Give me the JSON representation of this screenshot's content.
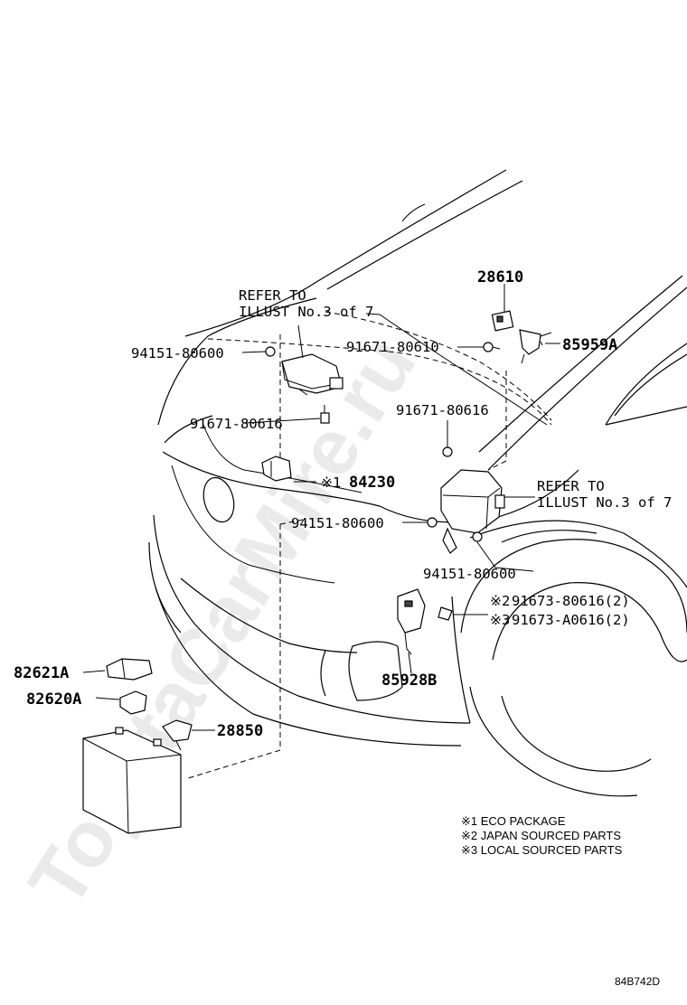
{
  "watermark": "ToyotaCarMire.ru",
  "drawing_code": "84B742D",
  "labels": {
    "p28610": "28610",
    "refer_top_1": "REFER TO",
    "refer_top_2": "ILLUST No.3 of 7",
    "p94151_top": "94151-80600",
    "p91671_80610": "91671-80610",
    "p85959a": "85959A",
    "p91671_80616_left": "91671-80616",
    "p91671_80616_right": "91671-80616",
    "p84230_mark": "※1",
    "p84230": "84230",
    "refer_right_1": "REFER TO",
    "refer_right_2": "ILLUST No.3 of 7",
    "p94151_mid": "94151-80600",
    "p94151_low": "94151-80600",
    "mark2": "※2",
    "p91673_80616": "91673-80616(2)",
    "mark3": "※3",
    "p91673_a0616": "91673-A0616(2)",
    "p85928b": "85928B",
    "p82621a": "82621A",
    "p82620a": "82620A",
    "p28850": "28850"
  },
  "notes": [
    "※1 ECO PACKAGE",
    "※2 JAPAN SOURCED PARTS",
    "※3 LOCAL SOURCED PARTS"
  ]
}
